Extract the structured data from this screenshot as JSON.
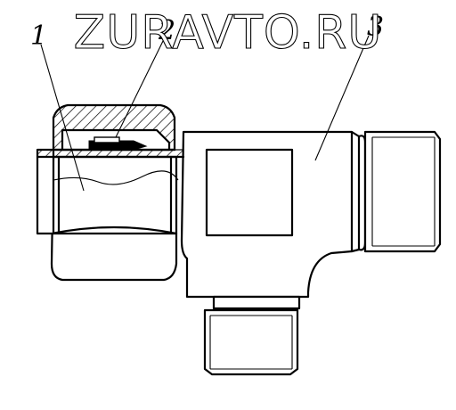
{
  "watermark": "ZURAVTO.RU",
  "callouts": [
    {
      "label": "1"
    },
    {
      "label": "2"
    },
    {
      "label": "3"
    }
  ]
}
